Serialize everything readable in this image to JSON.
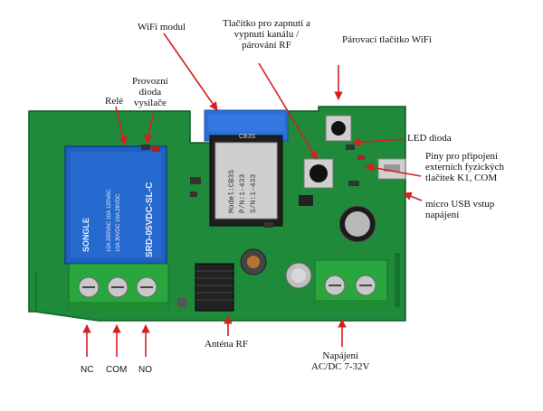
{
  "labels": {
    "wifi_module": "WiFi modul",
    "power_button": [
      "Tlačítko pro zapnutí a",
      "vypnutí kanálu /",
      "párování RF"
    ],
    "pairing_button": "Párovací tlačítko WiFi",
    "tx_led": [
      "Provozní",
      "dioda",
      "vysílače"
    ],
    "relay": "Relé",
    "led_diode": "LED dioda",
    "external_pins": [
      "Piny pro připojení",
      "externích fyzických",
      "tlačítek K1, COM"
    ],
    "micro_usb": [
      "micro USB vstup",
      "napájení"
    ],
    "nc": "NC",
    "com": "COM",
    "no": "NO",
    "antenna": "Anténa RF",
    "power_supply": [
      "Napájení",
      "AC/DC 7-32V"
    ]
  },
  "board_text": {
    "wifi_chip": "CB3S",
    "module_lines": [
      "Model:CB3S",
      "P/N:1-433",
      "S/N:1-433"
    ],
    "relay_brand": "SONGLE",
    "relay_model": "SRD-05VDC-SL-C",
    "relay_ratings": [
      "10A 250VAC 10A 125VAC",
      "10A 30VDC 10A 28VDC"
    ]
  },
  "colors": {
    "pcb": "#1f8a3a",
    "pcb_dark": "#14692b",
    "relay": "#1f5fbf",
    "terminal": "#2aa63e",
    "arrow": "#d42020"
  }
}
